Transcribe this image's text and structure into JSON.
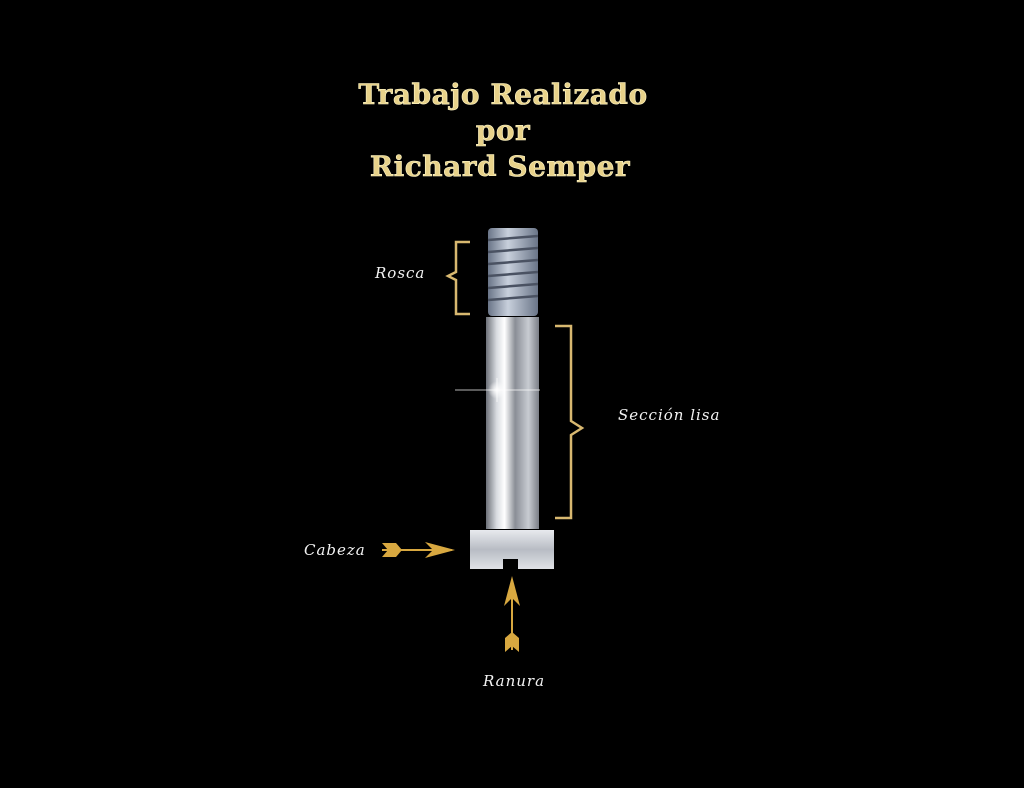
{
  "title": {
    "line1": "Trabajo Realizado",
    "line2": "por",
    "line3": "Richard Semper"
  },
  "labels": {
    "thread": "Rosca",
    "smooth_section": "Sección lisa",
    "head": "Cabeza",
    "slot": "Ranura"
  },
  "colors": {
    "background": "#000000",
    "gold": "#d8b870",
    "text": "#f2f2f2"
  }
}
